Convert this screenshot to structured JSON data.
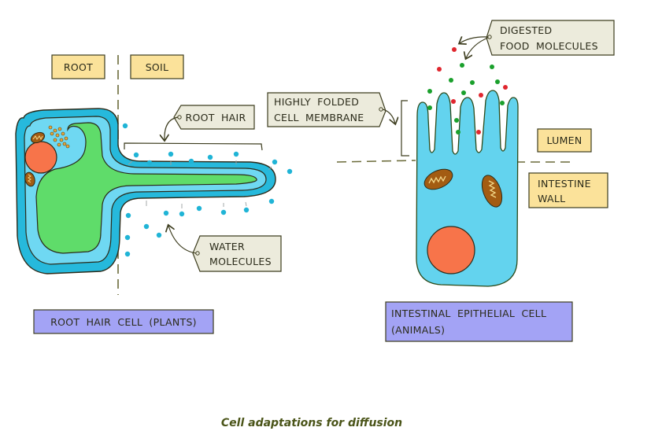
{
  "title": "Cell adaptations for diffusion",
  "colors": {
    "yellow_label": "#fbe29a",
    "tag_label": "#ecebdc",
    "purple_label": "#a3a3f5",
    "cell_blue_dark": "#26b9dc",
    "cell_blue_light": "#6fd8f2",
    "cytoplasm_green": "#5fdc6a",
    "nucleus": "#f7744a",
    "mitochondrion": "#a35c12",
    "outline": "#3d3d1f",
    "water_molecule": "#20b4d6",
    "food_green": "#1aa02c",
    "food_red": "#e0262e"
  },
  "root_hair_cell": {
    "region_labels": {
      "root": "ROOT",
      "soil": "SOIL"
    },
    "root_hair_tag": "ROOT HAIR",
    "water_tag": [
      "WATER",
      "MOLECULES"
    ],
    "caption": "ROOT HAIR CELL (PLANTS)"
  },
  "intestinal_cell": {
    "membrane_tag": [
      "HIGHLY FOLDED",
      "CELL MEMBRANE"
    ],
    "food_tag": [
      "DIGESTED",
      "FOOD MOLECULES"
    ],
    "lumen_label": "LUMEN",
    "wall_label": [
      "INTESTINE",
      "WALL"
    ],
    "caption": [
      "INTESTINAL EPITHELIAL CELL",
      "(ANIMALS)"
    ]
  }
}
